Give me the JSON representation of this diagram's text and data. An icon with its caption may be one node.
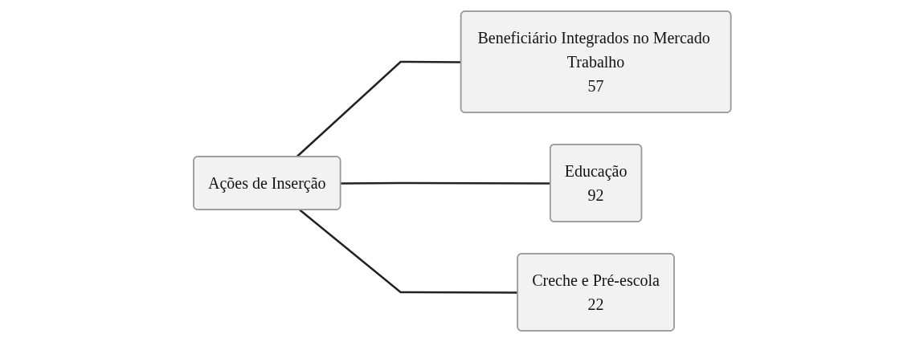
{
  "diagram": {
    "nodes": [
      {
        "text": [
          "Ações de Inserção"
        ]
      },
      {
        "text": [
          "Beneficiário Integrados no Mercado Trabalho",
          "57"
        ]
      },
      {
        "text": [
          "Educação",
          "92"
        ]
      },
      {
        "text": [
          "Creche e Pré-escola",
          "22"
        ]
      }
    ],
    "edges": [
      {
        "from": 0,
        "to": 1,
        "arrow": "none"
      },
      {
        "from": 0,
        "to": 2,
        "arrow": "none"
      },
      {
        "from": 0,
        "to": 3,
        "arrow": "none"
      }
    ]
  }
}
